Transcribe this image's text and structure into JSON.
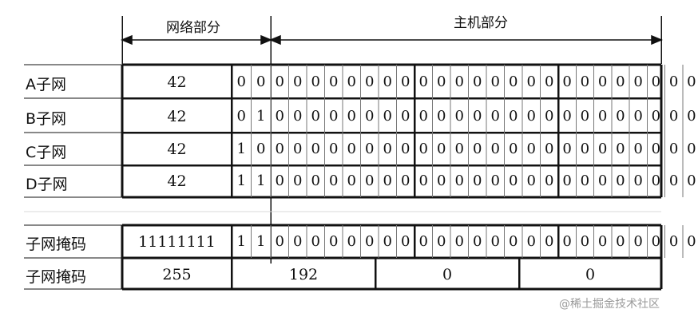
{
  "header": {
    "network_part": "网络部分",
    "host_part": "主机部分"
  },
  "subnets": [
    {
      "label": "A子网",
      "first_octet": "42",
      "bits": "00000000000000000000000000"
    },
    {
      "label": "B子网",
      "first_octet": "42",
      "bits": "01000000000000000000000000"
    },
    {
      "label": "C子网",
      "first_octet": "42",
      "bits": "10000000000000000000000000"
    },
    {
      "label": "D子网",
      "first_octet": "42",
      "bits": "11000000000000000000000000"
    }
  ],
  "mask_binary": {
    "label": "子网掩码",
    "first_octet": "11111111",
    "bits": "11000000000000000000000000"
  },
  "mask_decimal": {
    "label": "子网掩码",
    "octets": [
      "255",
      "192",
      "0",
      "0"
    ]
  },
  "watermark": "@稀土掘金技术社区"
}
